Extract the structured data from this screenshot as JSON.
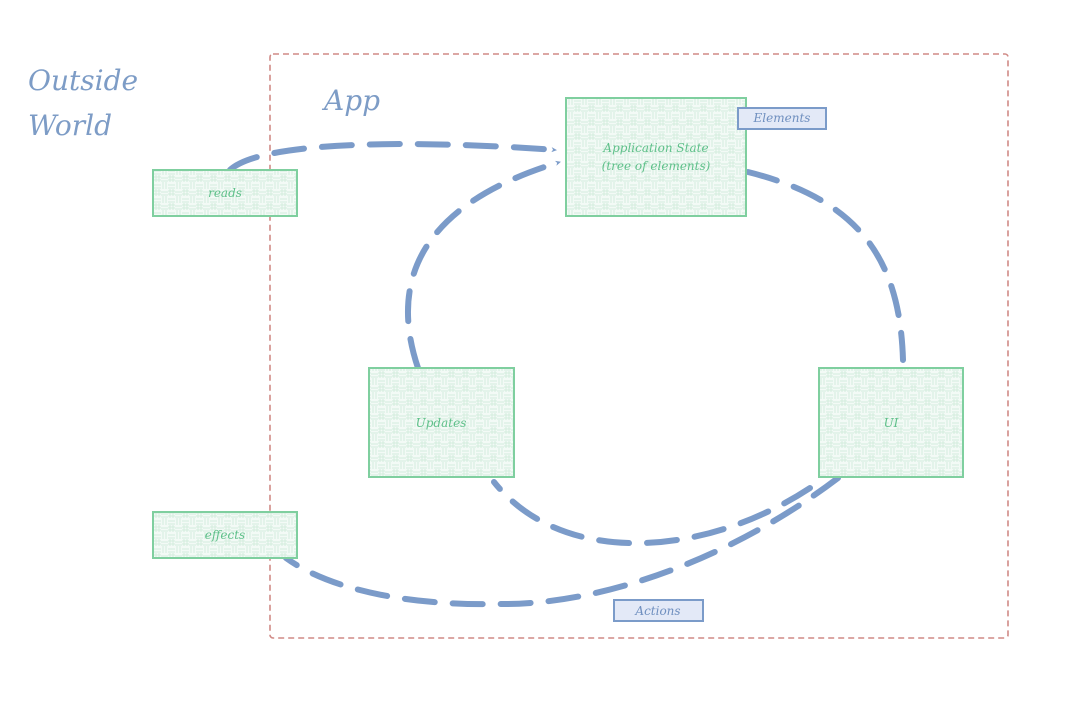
{
  "labels": {
    "outside_line1": "Outside",
    "outside_line2": "World",
    "app": "App"
  },
  "nodes": {
    "state_line1": "Application State",
    "state_line2": "(tree of elements)",
    "reads": "reads",
    "updates": "Updates",
    "ui": "UI",
    "effects": "effects"
  },
  "tags": {
    "elements": "Elements",
    "actions": "Actions"
  },
  "colors": {
    "arrow": "#7b9bc9",
    "node_stroke": "#7fcf9f",
    "node_hatch": "#d9efe2",
    "boundary": "#d08a86",
    "label_blue": "#7d9cc6",
    "tag_fill": "#e3e9f7",
    "tag_stroke": "#7b9bc9"
  }
}
